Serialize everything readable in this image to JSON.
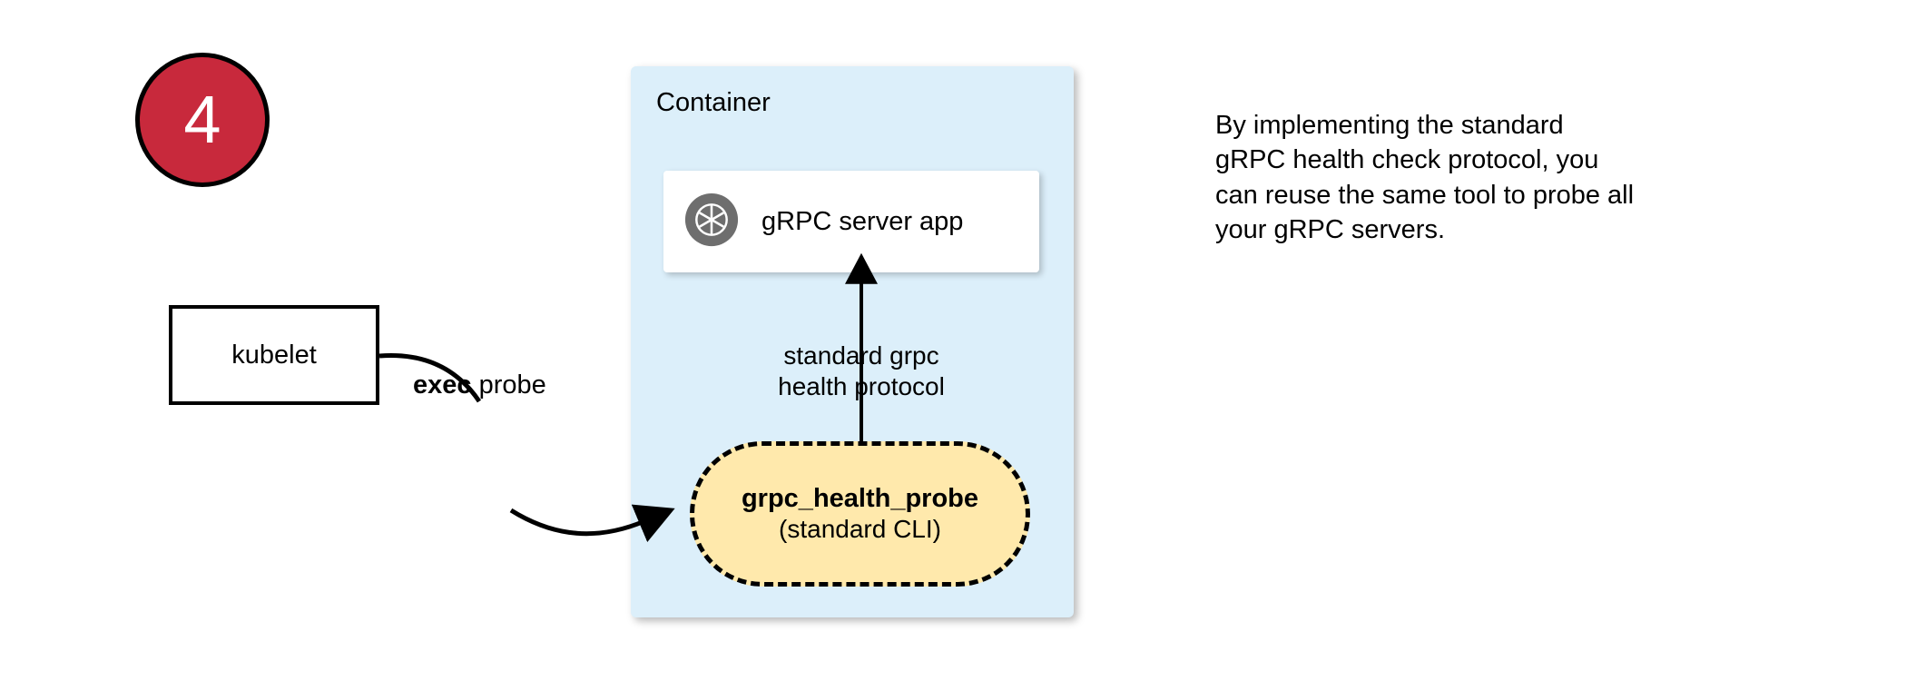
{
  "step": {
    "number": "4",
    "badge_color": "#C8293C",
    "text_color": "#FFFFFF"
  },
  "container": {
    "label": "Container",
    "fill_color": "#DCEFFA"
  },
  "grpc_server": {
    "label": "gRPC server app",
    "icon": "aperture-icon",
    "icon_color": "#6E6E6E",
    "fill_color": "#FFFFFF"
  },
  "probe": {
    "name": "grpc_health_probe",
    "subtitle": "(standard CLI)",
    "fill_color": "#FFE9AC",
    "border_style": "dashed"
  },
  "kubelet": {
    "label": "kubelet",
    "fill_color": "#FFFFFF"
  },
  "edges": {
    "exec_probe": {
      "keyword": "exec",
      "rest": " probe"
    },
    "protocol": {
      "line1": "standard grpc",
      "line2": "health protocol"
    }
  },
  "note": {
    "line1": "By implementing the standard",
    "line2": "gRPC health check protocol, you",
    "line3": "can reuse the same tool to probe all",
    "line4": "your gRPC servers."
  }
}
